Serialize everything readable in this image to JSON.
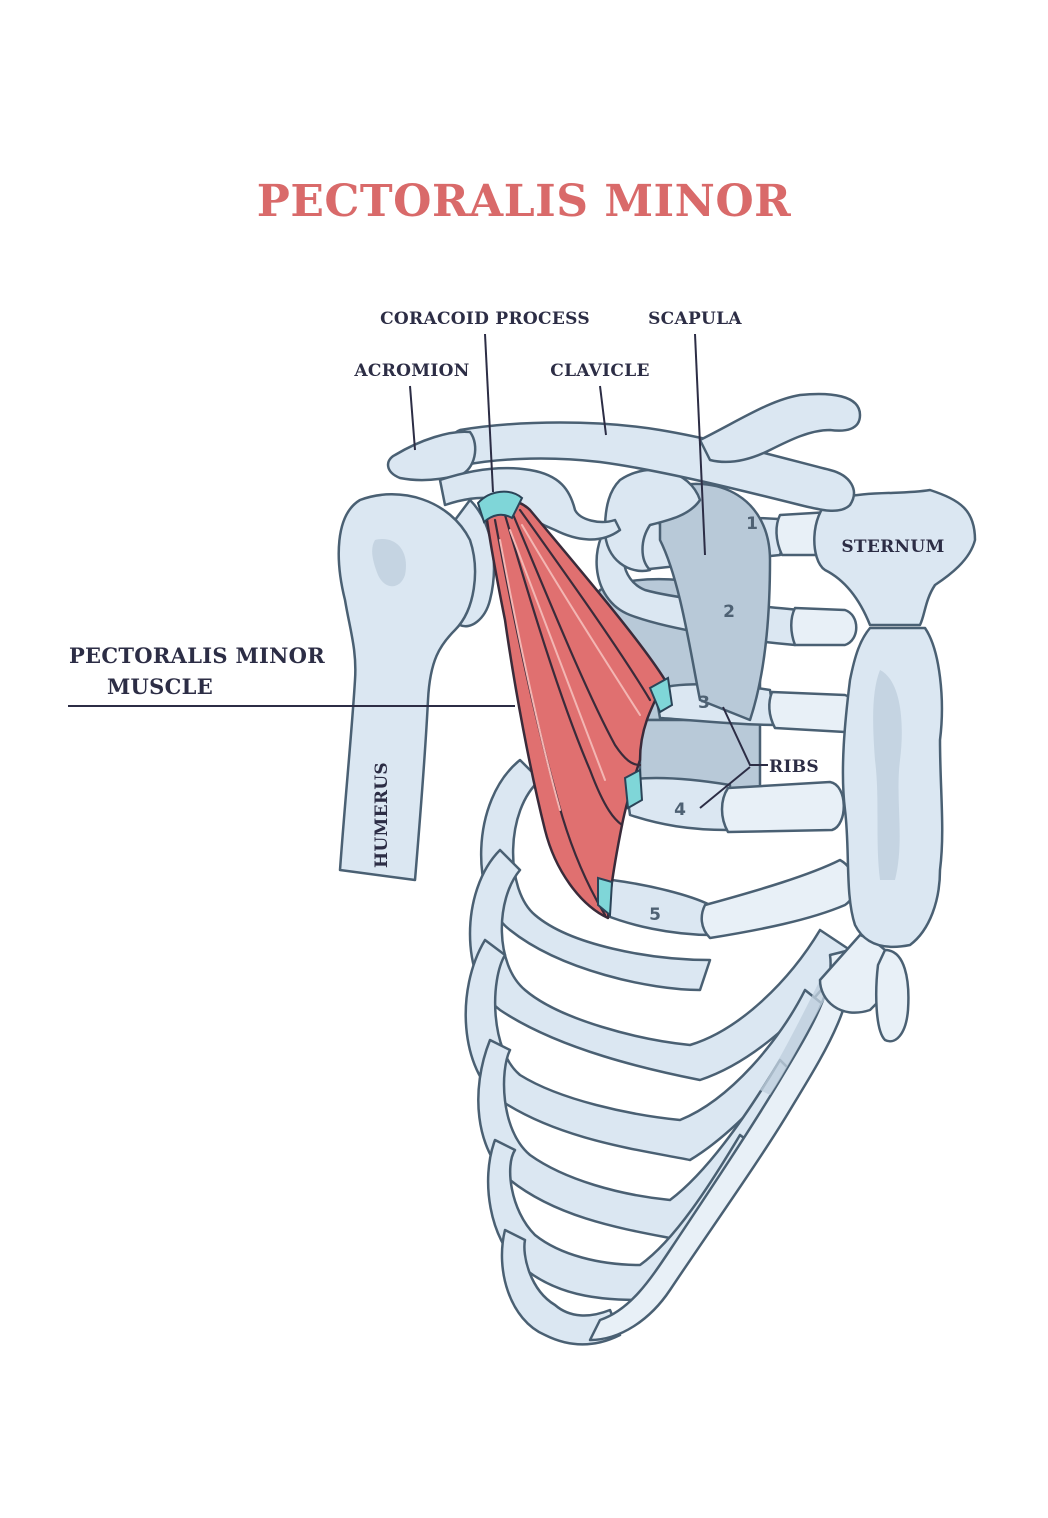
{
  "title": "PECTORALIS MINOR",
  "labels": {
    "coracoid_process": "CORACOID PROCESS",
    "scapula": "SCAPULA",
    "acromion": "ACROMION",
    "clavicle": "CLAVICLE",
    "sternum": "STERNUM",
    "muscle_line1": "PECTORALIS MINOR",
    "muscle_line2": "MUSCLE",
    "ribs": "RIBS",
    "humerus": "HUMERUS"
  },
  "rib_numbers": [
    "1",
    "2",
    "3",
    "4",
    "5"
  ],
  "colors": {
    "title": "#d96a6a",
    "bone_fill": "#dbe7f2",
    "bone_outline": "#4a6073",
    "muscle": "#e07070",
    "tendon": "#7fd6d8",
    "label_text": "#2c2d45"
  }
}
